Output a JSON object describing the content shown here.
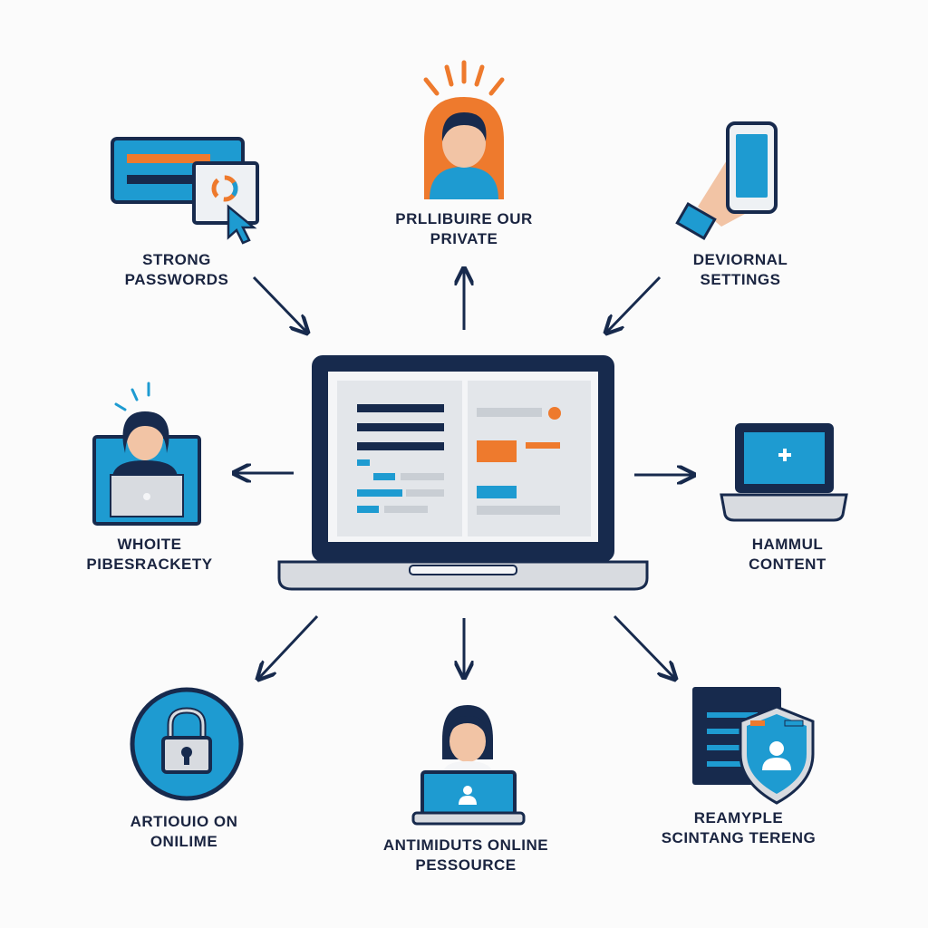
{
  "colors": {
    "navy": "#172a4d",
    "blue": "#1e9bd1",
    "orange": "#ee7a2d",
    "skin": "#f2c4a5",
    "screen_bg": "#e9ecef",
    "background": "#fbfbfb"
  },
  "hub": {
    "icon": "laptop-dashboard-icon"
  },
  "nodes": {
    "strong_passwords": {
      "icon": "password-form-cursor-icon",
      "line1": "STRONG",
      "line2": "PASSWORDS"
    },
    "private": {
      "icon": "person-spotlight-icon",
      "line1": "PRLLIBUIRE OUR",
      "line2": "PRIVATE"
    },
    "settings": {
      "icon": "hand-smartphone-icon",
      "line1": "DEVIORNAL",
      "line2": "SETTINGS"
    },
    "white": {
      "icon": "person-laptop-icon",
      "line1": "WHOITE",
      "line2": "PIBESRACKETY"
    },
    "harmful": {
      "icon": "laptop-plus-icon",
      "line1": "HAMMUL",
      "line2": "CONTENT"
    },
    "artio": {
      "icon": "padlock-circle-icon",
      "line1": "ARTIOUIO ON",
      "line2": "ONILIME"
    },
    "antimiduts": {
      "icon": "person-laptop-user-icon",
      "line1": "ANTIMIDUTS ONLINE",
      "line2": "PESSOURCE"
    },
    "reamyple": {
      "icon": "document-shield-icon",
      "line1": "REAMYPLE",
      "line2": "SCINTANG TERENG"
    }
  }
}
